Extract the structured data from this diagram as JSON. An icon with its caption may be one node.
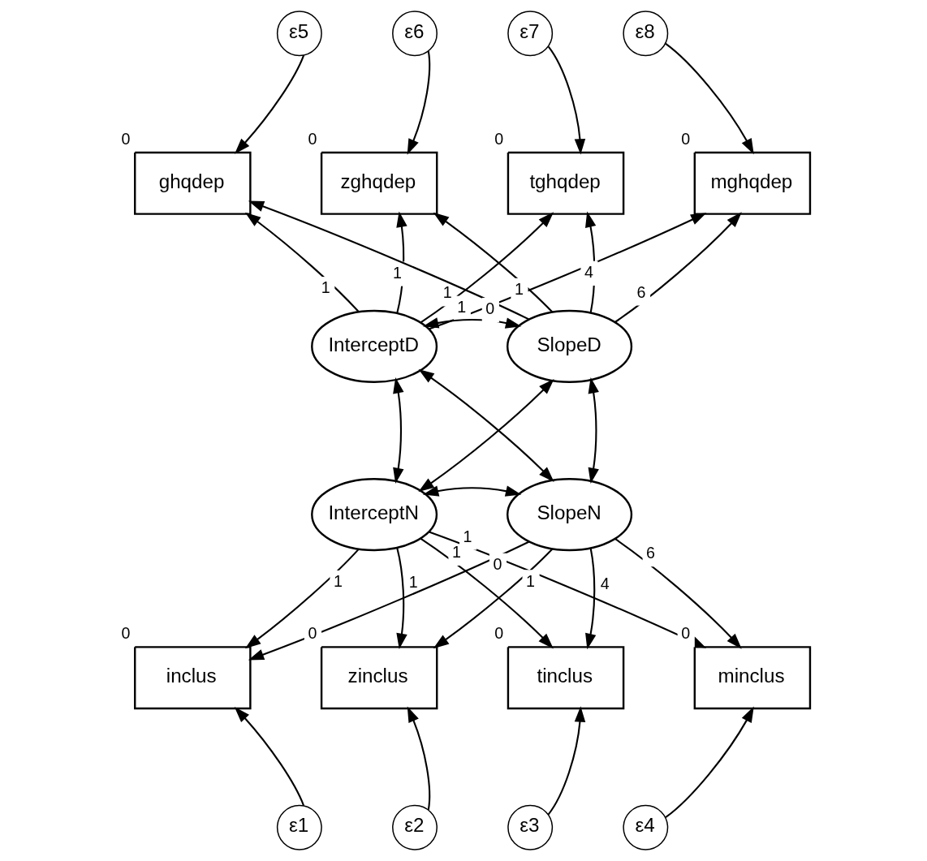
{
  "diagram": {
    "nodes": [
      {
        "text": [
          "ε5"
        ]
      },
      {
        "text": [
          "ε6"
        ]
      },
      {
        "text": [
          "ε7"
        ]
      },
      {
        "text": [
          "ε8"
        ]
      },
      {
        "text": [
          "ghqdep"
        ],
        "beside": [
          "0"
        ]
      },
      {
        "text": [
          "zghqdep"
        ],
        "beside": [
          "0"
        ]
      },
      {
        "text": [
          "tghqdep"
        ],
        "beside": [
          "0"
        ]
      },
      {
        "text": [
          "mghqdep"
        ],
        "beside": [
          "0"
        ]
      },
      {
        "text": [
          "InterceptD"
        ]
      },
      {
        "text": [
          "SlopeD"
        ]
      },
      {
        "text": [
          "InterceptN"
        ]
      },
      {
        "text": [
          "SlopeN"
        ]
      },
      {
        "text": [
          "inclus"
        ],
        "beside": [
          "0"
        ]
      },
      {
        "text": [
          "zinclus"
        ],
        "beside": [
          "0"
        ]
      },
      {
        "text": [
          "tinclus"
        ],
        "beside": [
          "0"
        ]
      },
      {
        "text": [
          "minclus"
        ],
        "beside": [
          "0"
        ]
      },
      {
        "text": [
          "ε1"
        ]
      },
      {
        "text": [
          "ε2"
        ]
      },
      {
        "text": [
          "ε3"
        ]
      },
      {
        "text": [
          "ε4"
        ]
      }
    ],
    "edges": [
      {
        "from": 0,
        "to": 4,
        "arrow": "to"
      },
      {
        "from": 1,
        "to": 5,
        "arrow": "to"
      },
      {
        "from": 2,
        "to": 6,
        "arrow": "to"
      },
      {
        "from": 3,
        "to": 7,
        "arrow": "to"
      },
      {
        "from": 8,
        "to": 4,
        "arrow": "to",
        "label": "1"
      },
      {
        "from": 8,
        "to": 5,
        "arrow": "to",
        "label": "1"
      },
      {
        "from": 8,
        "to": 6,
        "arrow": "to",
        "label": "1"
      },
      {
        "from": 8,
        "to": 7,
        "arrow": "to",
        "label": "1"
      },
      {
        "from": 9,
        "to": 4,
        "arrow": "to",
        "label": "0"
      },
      {
        "from": 9,
        "to": 5,
        "arrow": "to",
        "label": "1"
      },
      {
        "from": 9,
        "to": 6,
        "arrow": "to",
        "label": "4"
      },
      {
        "from": 9,
        "to": 7,
        "arrow": "to",
        "label": "6"
      },
      {
        "from": 8,
        "to": 9,
        "arrow": "both"
      },
      {
        "from": 8,
        "to": 10,
        "arrow": "both"
      },
      {
        "from": 8,
        "to": 11,
        "arrow": "both"
      },
      {
        "from": 9,
        "to": 10,
        "arrow": "both"
      },
      {
        "from": 9,
        "to": 11,
        "arrow": "both"
      },
      {
        "from": 10,
        "to": 11,
        "arrow": "both"
      },
      {
        "from": 10,
        "to": 12,
        "arrow": "to",
        "label": "1"
      },
      {
        "from": 10,
        "to": 13,
        "arrow": "to",
        "label": "1"
      },
      {
        "from": 10,
        "to": 14,
        "arrow": "to",
        "label": "1"
      },
      {
        "from": 10,
        "to": 15,
        "arrow": "to",
        "label": "1"
      },
      {
        "from": 11,
        "to": 12,
        "arrow": "to",
        "label": "0"
      },
      {
        "from": 11,
        "to": 13,
        "arrow": "to",
        "label": "1"
      },
      {
        "from": 11,
        "to": 14,
        "arrow": "to",
        "label": "4"
      },
      {
        "from": 11,
        "to": 15,
        "arrow": "to",
        "label": "6"
      },
      {
        "from": 16,
        "to": 12,
        "arrow": "to"
      },
      {
        "from": 17,
        "to": 13,
        "arrow": "to"
      },
      {
        "from": 18,
        "to": 14,
        "arrow": "to"
      },
      {
        "from": 19,
        "to": 15,
        "arrow": "to"
      }
    ]
  }
}
